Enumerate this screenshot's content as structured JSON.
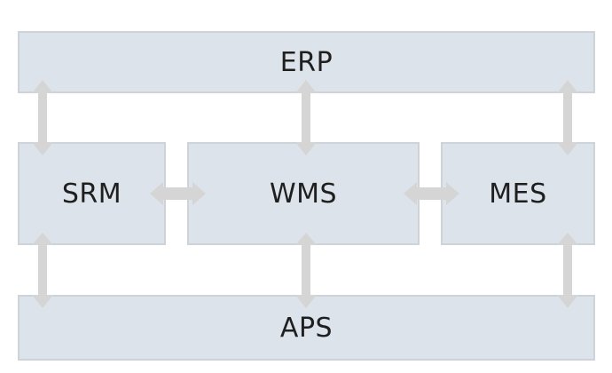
{
  "nodes": {
    "erp": "ERP",
    "srm": "SRM",
    "wms": "WMS",
    "mes": "MES",
    "aps": "APS"
  },
  "colors": {
    "box_fill": "#dce3ea",
    "box_border": "#cdd3d9",
    "arrow": "#d5d5d5",
    "text": "#1f1f1f"
  }
}
